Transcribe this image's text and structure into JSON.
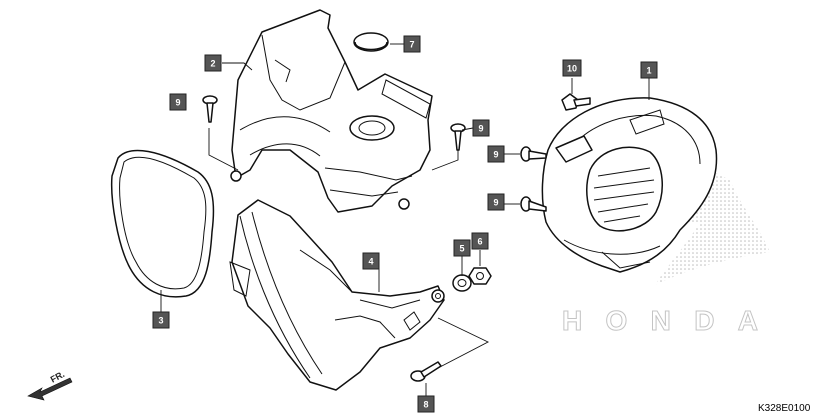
{
  "diagram": {
    "code": "K328E0100",
    "direction_label": "FR.",
    "callouts": [
      {
        "id": "c1",
        "text": "1"
      },
      {
        "id": "c2",
        "text": "2"
      },
      {
        "id": "c3",
        "text": "3"
      },
      {
        "id": "c4",
        "text": "4"
      },
      {
        "id": "c5",
        "text": "5"
      },
      {
        "id": "c6",
        "text": "6"
      },
      {
        "id": "c7",
        "text": "7"
      },
      {
        "id": "c8",
        "text": "8"
      },
      {
        "id": "c9a",
        "text": "9"
      },
      {
        "id": "c9b",
        "text": "9"
      },
      {
        "id": "c9c",
        "text": "9"
      },
      {
        "id": "c9d",
        "text": "9"
      },
      {
        "id": "c10",
        "text": "10"
      }
    ],
    "watermark": "HONDA"
  }
}
